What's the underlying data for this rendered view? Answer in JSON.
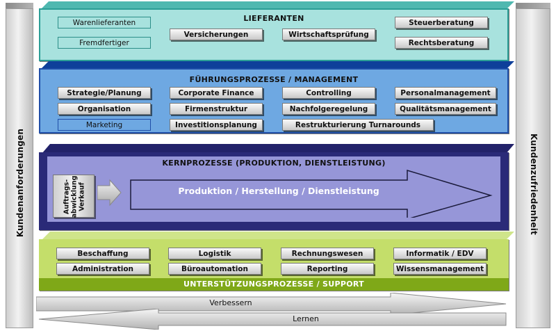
{
  "side": {
    "left_label": "Kundenanforderungen",
    "right_label": "Kundenzufriedenheit"
  },
  "suppliers": {
    "title": "LIEFERANTEN",
    "items": [
      "Warenlieferanten",
      "Fremdfertiger",
      "Versicherungen",
      "Wirtschaftsprüfung",
      "Steuerberatung",
      "Rechtsberatung"
    ]
  },
  "management": {
    "title": "FÜHRUNGSPROZESSE / MANAGEMENT",
    "items": [
      "Strategie/Planung",
      "Corporate Finance",
      "Controlling",
      "Personalmanagement",
      "Organisation",
      "Firmenstruktur",
      "Nachfolgeregelung",
      "Qualitätsmanagement",
      "Marketing",
      "Investitionsplanung",
      "Restrukturierung Turnarounds"
    ]
  },
  "core": {
    "title": "KERNPROZESSE (PRODUKTION, DIENSTLEISTUNG)",
    "order_box": [
      "Auftrags-",
      "abwicklung",
      "Verkauf"
    ],
    "main_arrow": "Produktion / Herstellung / Dienstleistung"
  },
  "support": {
    "title": "UNTERSTÜTZUNGSPROZESSE / SUPPORT",
    "items": [
      "Beschaffung",
      "Logistik",
      "Rechnungswesen",
      "Informatik / EDV",
      "Administration",
      "Büroautomation",
      "Reporting",
      "Wissensmanagement"
    ]
  },
  "bottom": {
    "improve": "Verbessern",
    "learn": "Lernen"
  },
  "colors": {
    "lieferanten": "#9fe0dc",
    "management": "#6ea7e0",
    "kern": "#9292d6",
    "support": "#a8c83c",
    "kern_frame": "#2a2a7a"
  }
}
